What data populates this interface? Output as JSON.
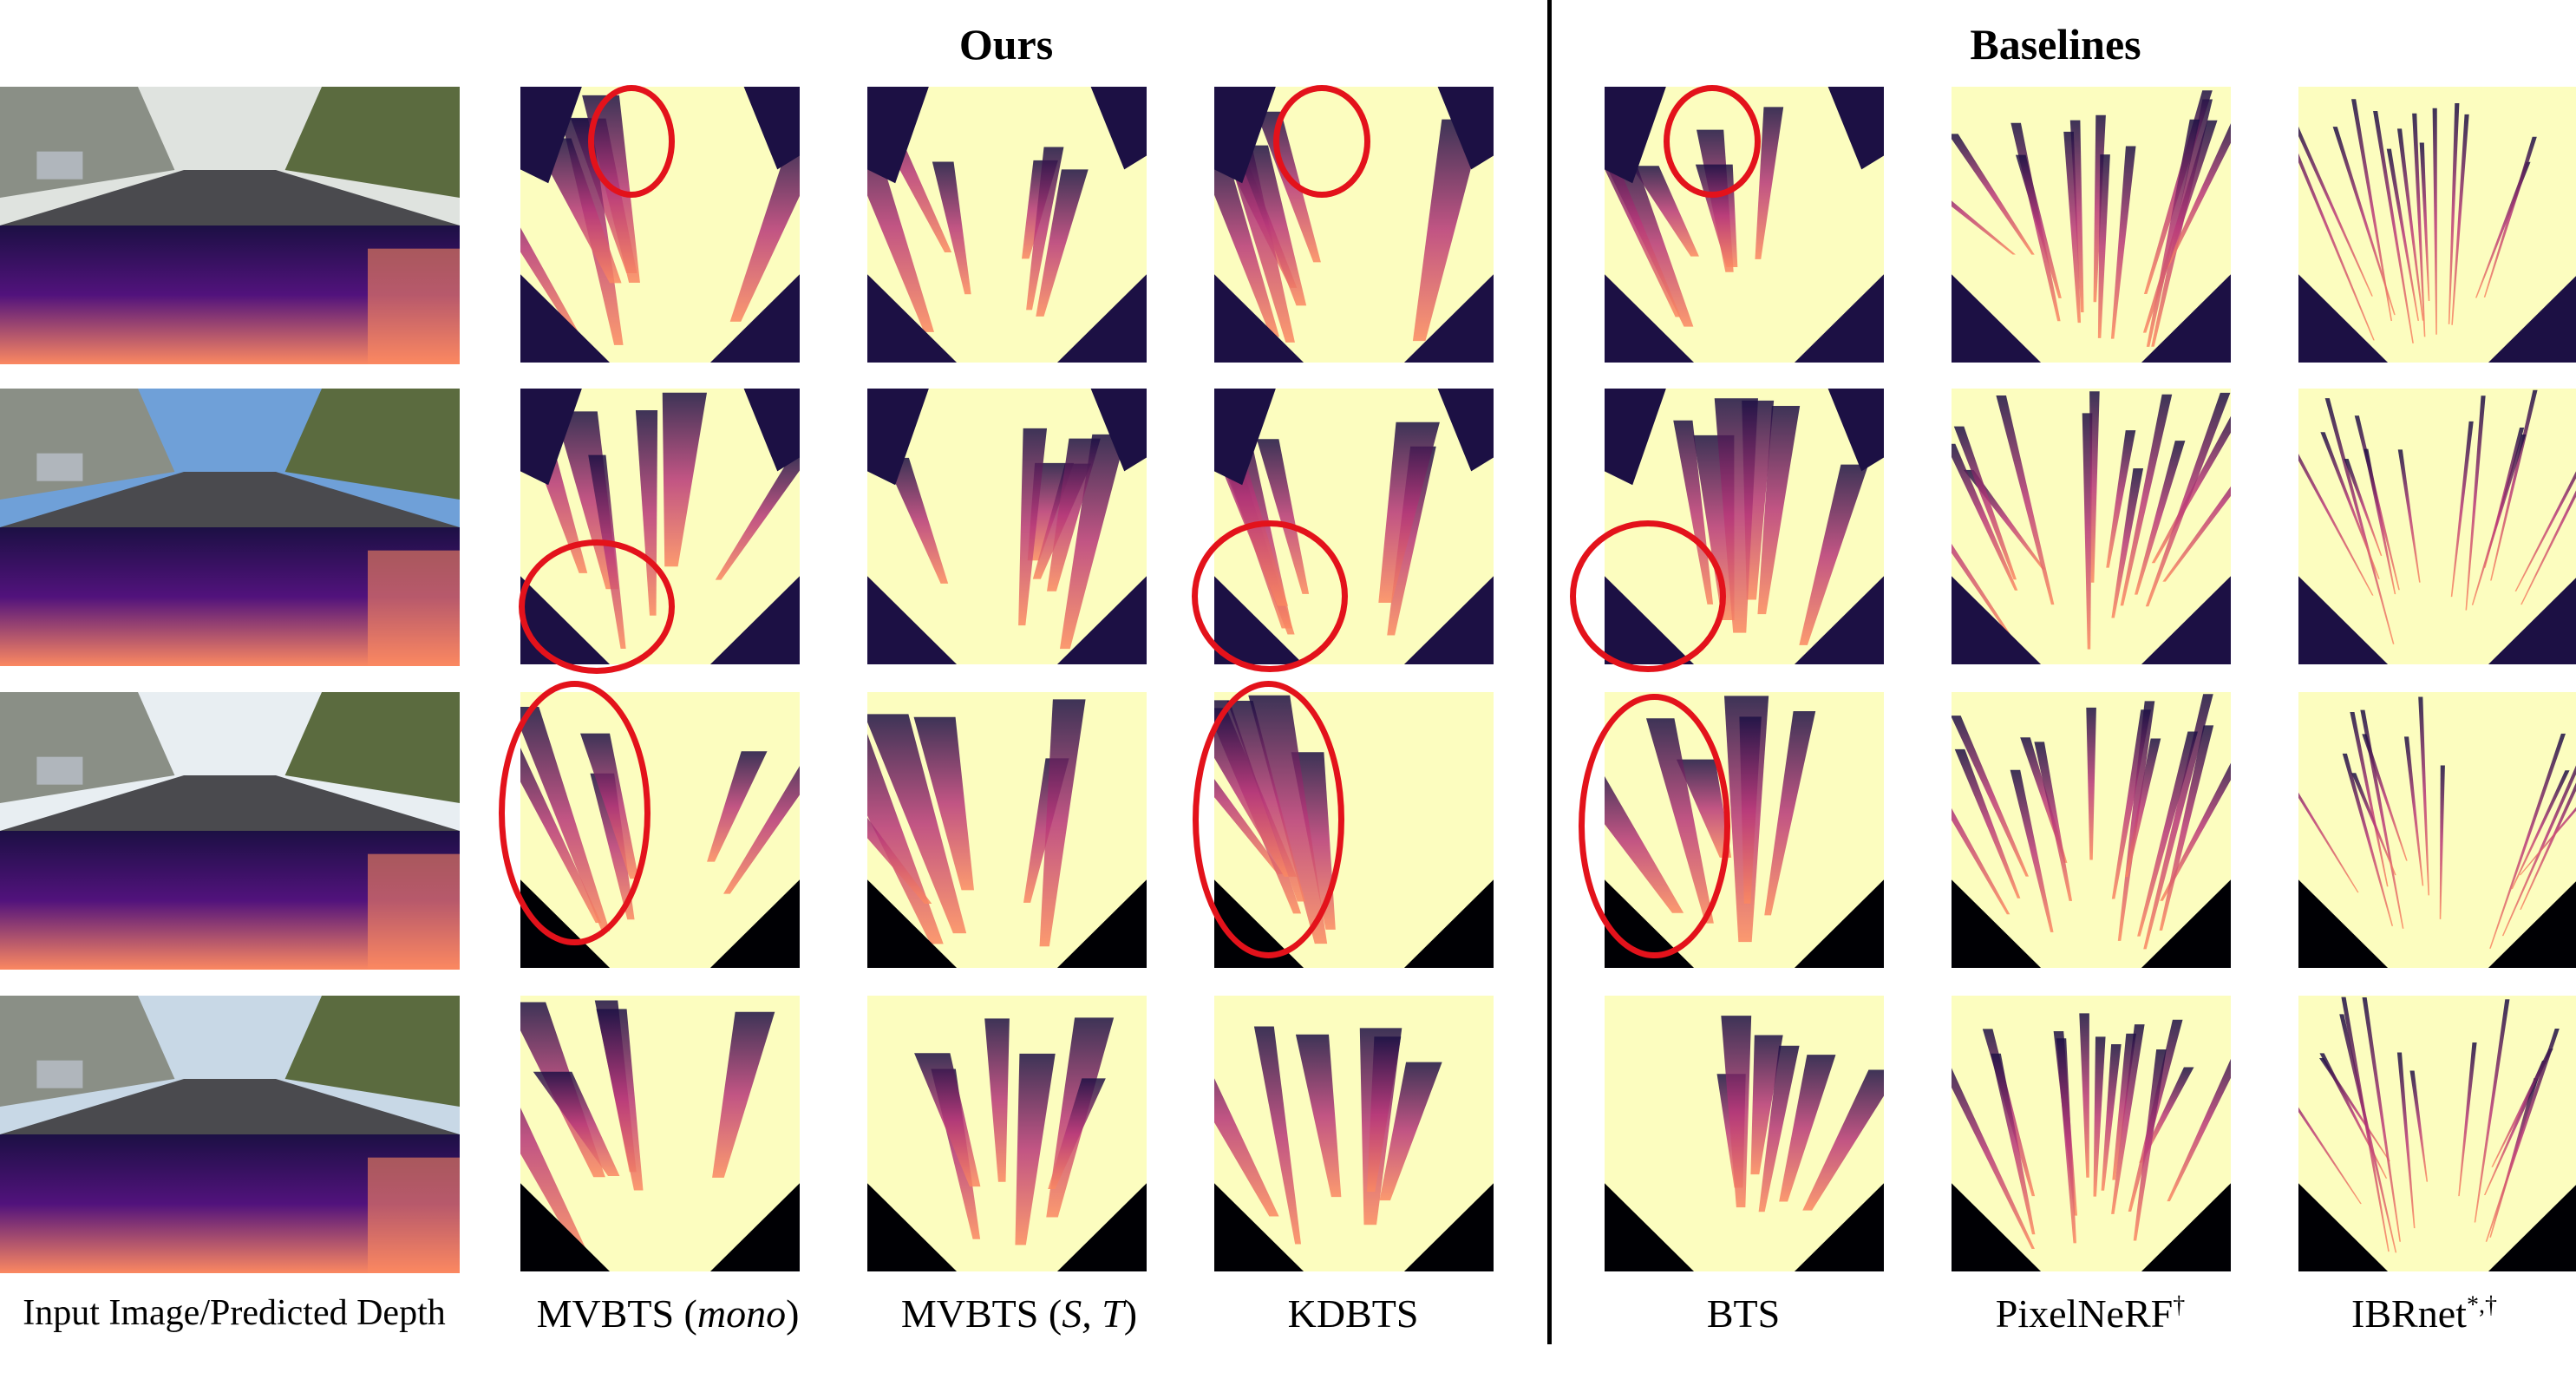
{
  "headers": {
    "ours": "Ours",
    "baselines": "Baselines"
  },
  "captions": {
    "input": "Input Image/Predicted Depth",
    "mvbts_mono_prefix": "MVBTS (",
    "mvbts_mono_italic": "mono",
    "mvbts_mono_suffix": ")",
    "mvbts_st_prefix": "MVBTS (",
    "mvbts_st_italic": "S, T",
    "mvbts_st_suffix": ")",
    "kdbts": "KDBTS",
    "bts": "BTS",
    "pixelnerf": "PixelNeRF",
    "pixelnerf_sup": "†",
    "ibrnet": "IBRnet",
    "ibrnet_sup": "*,†"
  },
  "colors": {
    "cream": "#fcfdbf",
    "dark": "#1c1044",
    "purple": "#51127c",
    "magenta": "#b73779",
    "orange": "#fb8861",
    "black": "#000004",
    "mark": "#e3121b"
  },
  "rows": 4,
  "columns": [
    "mvbts_mono",
    "mvbts_st",
    "kdbts",
    "bts",
    "pixelnerf",
    "ibrnet"
  ]
}
